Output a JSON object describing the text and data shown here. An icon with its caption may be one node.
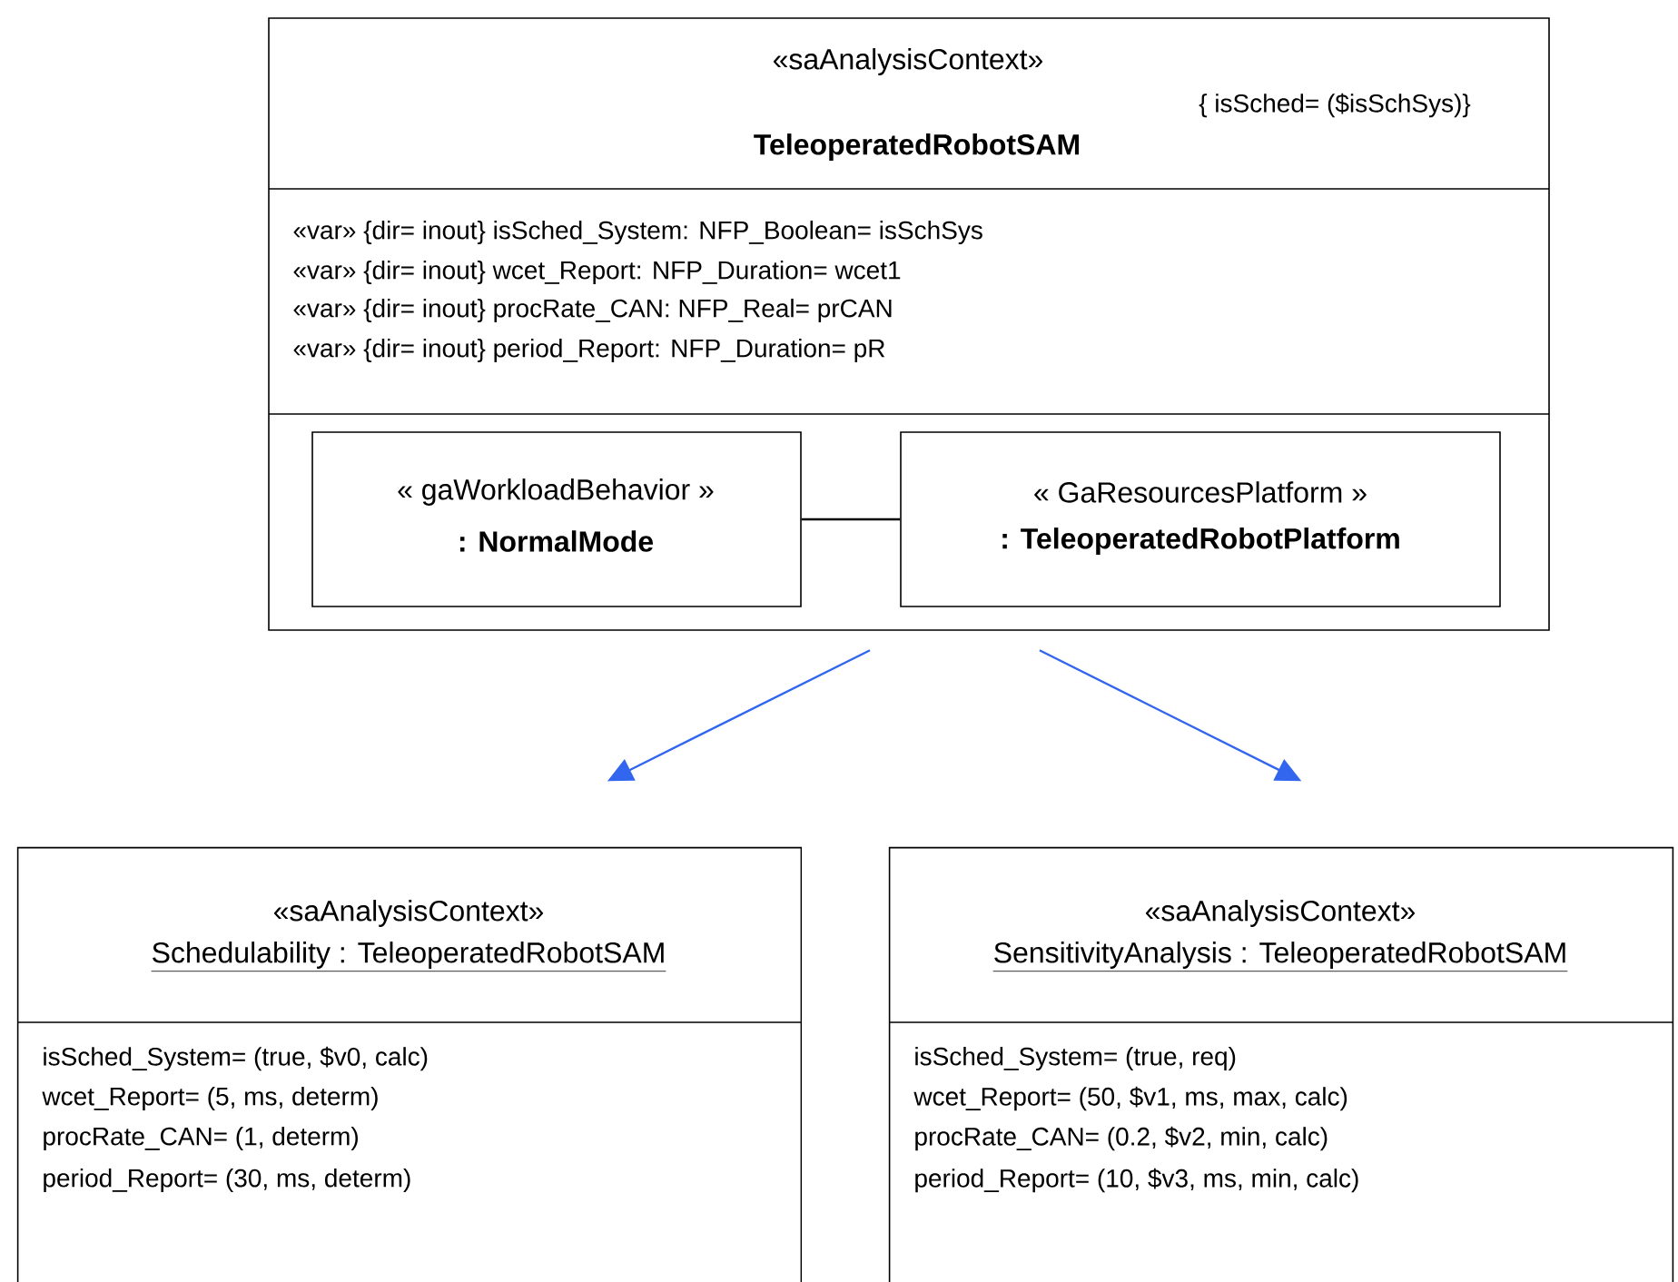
{
  "diagram": {
    "nodes": [
      {
        "text": [
          "«saAnalysisContext»",
          "{ isSched= ($isSchSys)}",
          "TeleoperatedRobotSAM",
          "«var» {dir= inout} isSched_System: NFP_Boolean= isSchSys",
          "«var» {dir= inout} wcet_Report: NFP_Duration= wcet1",
          "«var» {dir= inout} procRate_CAN: NFP_Real= prCAN",
          "«var» {dir= inout} period_Report: NFP_Duration= pR"
        ]
      },
      {
        "text": [
          "« gaWorkloadBehavior »",
          ": NormalMode"
        ],
        "in": 0
      },
      {
        "text": [
          "« GaResourcesPlatform »",
          ": TeleoperatedRobotPlatform"
        ],
        "in": 0
      },
      {
        "text": [
          "«saAnalysisContext»",
          "Schedulability : TeleoperatedRobotSAM",
          "isSched_System= (true, $v0, calc)",
          "wcet_Report= (5, ms, determ)",
          "procRate_CAN= (1, determ)",
          "period_Report= (30, ms, determ)"
        ]
      },
      {
        "text": [
          "«saAnalysisContext»",
          "SensitivityAnalysis : TeleoperatedRobotSAM",
          "isSched_System= (true, req)",
          "wcet_Report= (50, $v1, ms, max, calc)",
          "procRate_CAN= (0.2, $v2, min, calc)",
          "period_Report= (10, $v3, ms, min, calc)"
        ]
      }
    ],
    "edges": [
      {
        "from": 1,
        "to": 2,
        "arrow": "none",
        "color": "#000000"
      },
      {
        "from": 0,
        "to": 3,
        "arrow": "to",
        "color": "#3366ee"
      },
      {
        "from": 0,
        "to": 4,
        "arrow": "to",
        "color": "#3366ee"
      }
    ]
  }
}
